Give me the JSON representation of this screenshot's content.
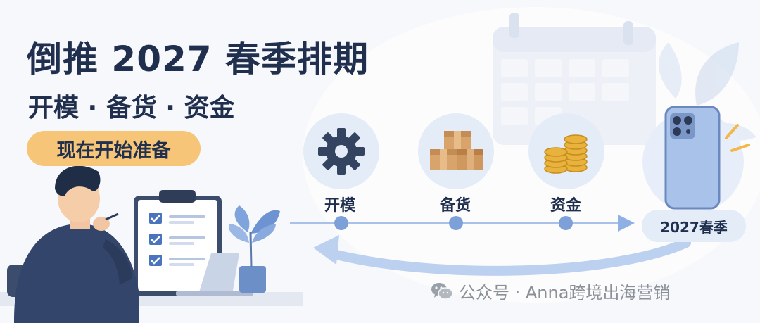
{
  "headline": {
    "title": "倒推 2027 春季排期",
    "subtitle": "开模 · 备货 · 资金",
    "cta": "现在开始准备"
  },
  "timeline": {
    "steps": [
      {
        "label": "开模",
        "icon": "gear-icon"
      },
      {
        "label": "备货",
        "icon": "boxes-icon"
      },
      {
        "label": "资金",
        "icon": "coins-icon"
      }
    ],
    "target": {
      "label": "2027春季",
      "icon": "phone-icon"
    }
  },
  "illustration": {
    "person": "thinking-man",
    "clipboard": "checklist-clipboard-icon",
    "plant": "potted-plant-icon",
    "calendar": "calendar-icon"
  },
  "watermark": {
    "icon": "wechat-icon",
    "text": "公众号 · Anna跨境出海营销"
  },
  "colors": {
    "navy": "#1f2f4d",
    "accent_yellow": "#f6c577",
    "light_blue": "#e4ecf8",
    "timeline_blue": "#8fb0e4",
    "dot_blue": "#7ea0d8",
    "gear": "#34435f"
  }
}
